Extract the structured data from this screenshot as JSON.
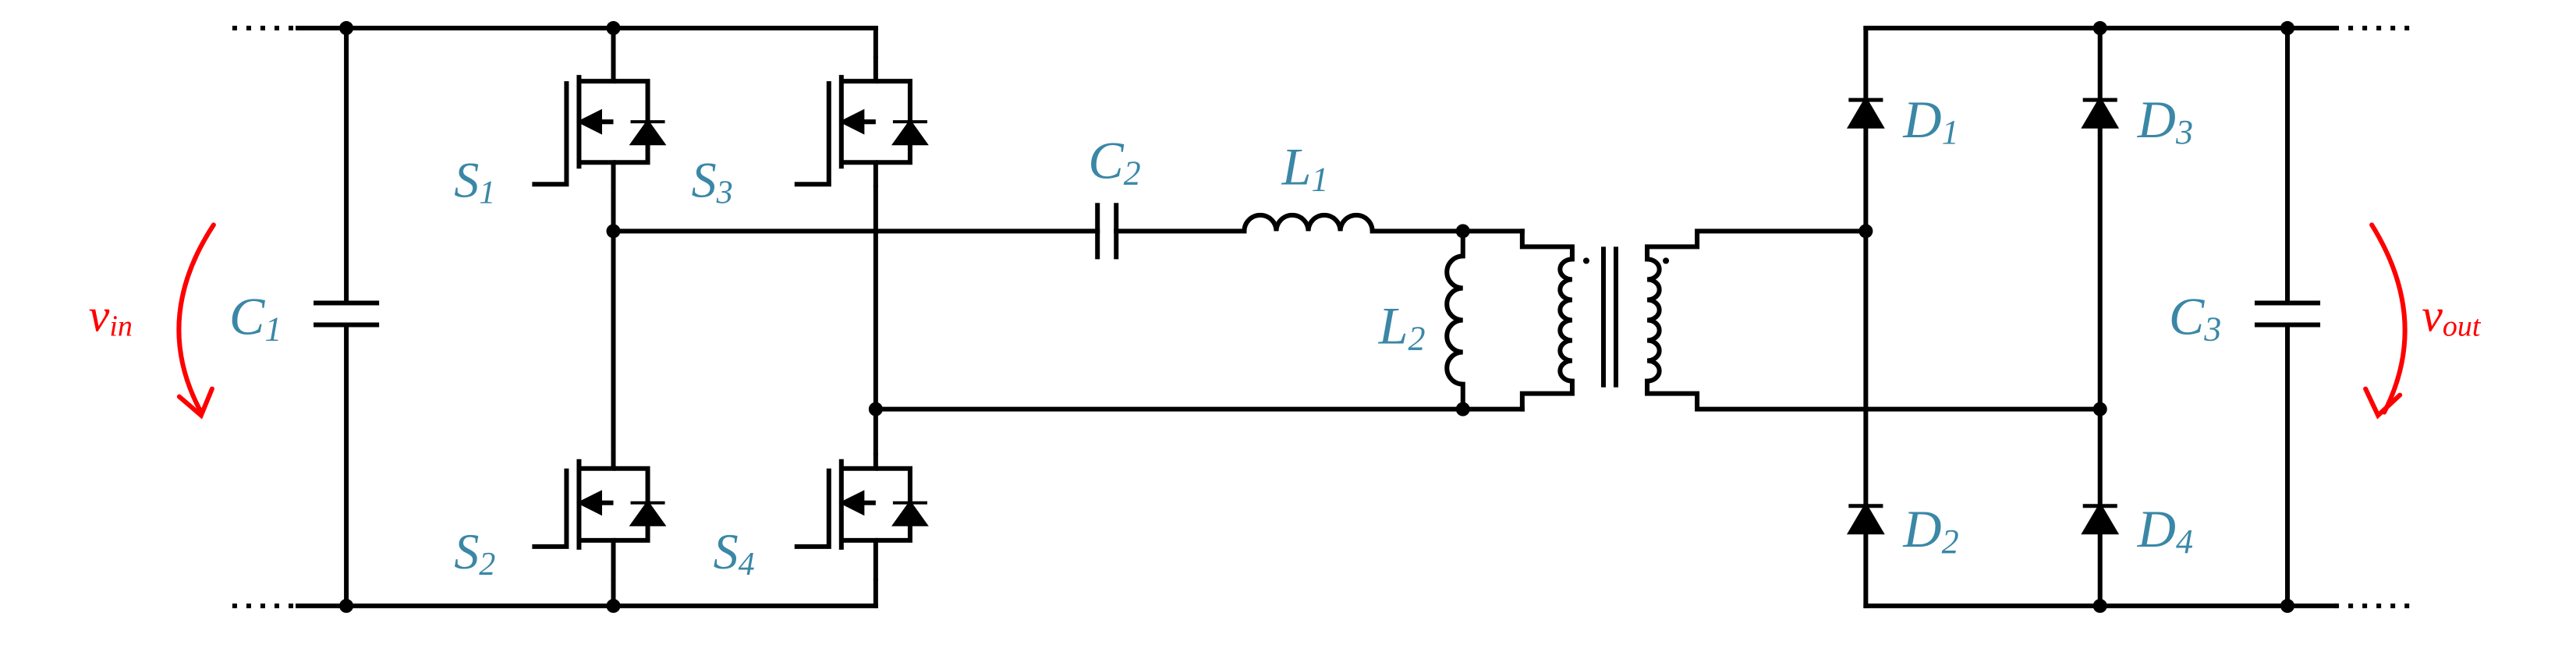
{
  "colors": {
    "wire": "#000000",
    "component_label": "#3a87a6",
    "voltage_label": "#ff0000"
  },
  "labels": {
    "S1": {
      "main": "S",
      "sub": "1"
    },
    "S2": {
      "main": "S",
      "sub": "2"
    },
    "S3": {
      "main": "S",
      "sub": "3"
    },
    "S4": {
      "main": "S",
      "sub": "4"
    },
    "C1": {
      "main": "C",
      "sub": "1"
    },
    "C2": {
      "main": "C",
      "sub": "2"
    },
    "C3": {
      "main": "C",
      "sub": "3"
    },
    "L1": {
      "main": "L",
      "sub": "1"
    },
    "L2": {
      "main": "L",
      "sub": "2"
    },
    "D1": {
      "main": "D",
      "sub": "1"
    },
    "D2": {
      "main": "D",
      "sub": "2"
    },
    "D3": {
      "main": "D",
      "sub": "3"
    },
    "D4": {
      "main": "D",
      "sub": "4"
    },
    "vin": {
      "main": "v",
      "sub": "in"
    },
    "vout": {
      "main": "v",
      "sub": "out"
    }
  }
}
